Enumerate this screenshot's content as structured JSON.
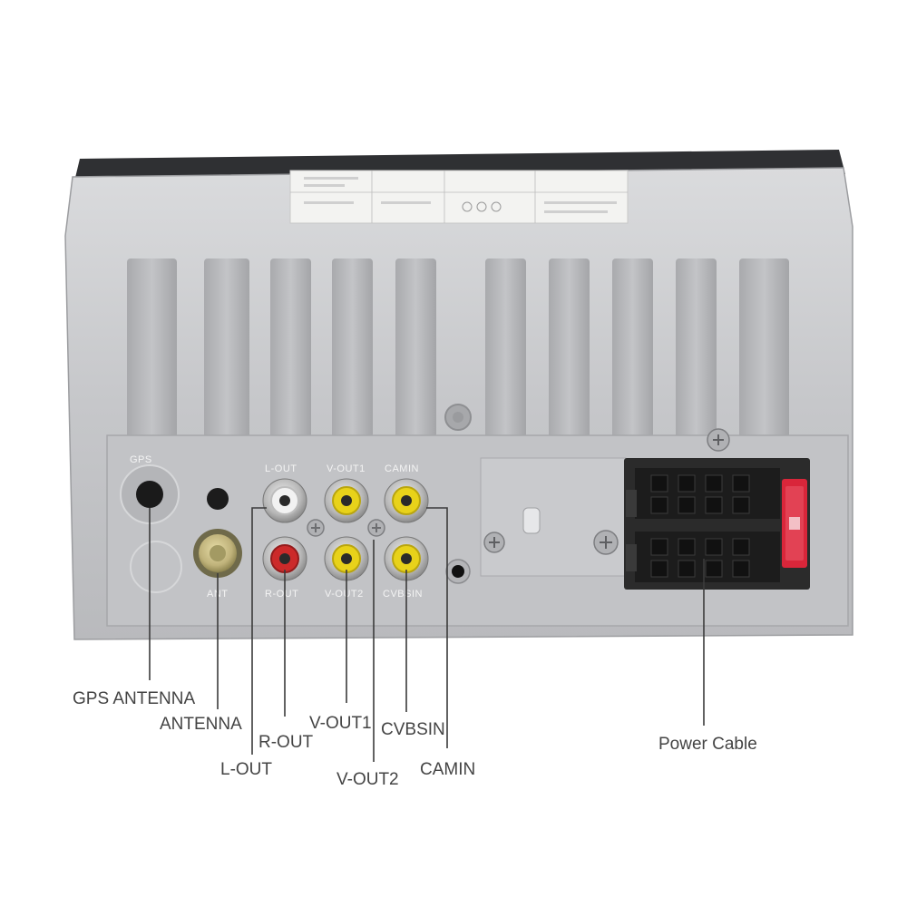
{
  "device": {
    "port_labels": {
      "gps": "GPS",
      "l_out": "L-OUT",
      "v_out1": "V-OUT1",
      "camin": "CAMIN",
      "ant": "ANT",
      "r_out": "R-OUT",
      "v_out2": "V-OUT2",
      "cvbsin": "CVBSIN"
    },
    "colors": {
      "housing": "#c9cacc",
      "rca_white": "#f2f2f2",
      "rca_red": "#cc2a2a",
      "rca_yellow": "#e8d21a",
      "fuse": "#d9263a",
      "connector": "#2b2b2b"
    }
  },
  "callouts": {
    "gps_antenna": "GPS ANTENNA",
    "antenna": "ANTENNA",
    "r_out": "R-OUT",
    "l_out": "L-OUT",
    "v_out1": "V-OUT1",
    "v_out2": "V-OUT2",
    "cvbsin": "CVBSIN",
    "camin": "CAMIN",
    "power_cable": "Power Cable"
  }
}
